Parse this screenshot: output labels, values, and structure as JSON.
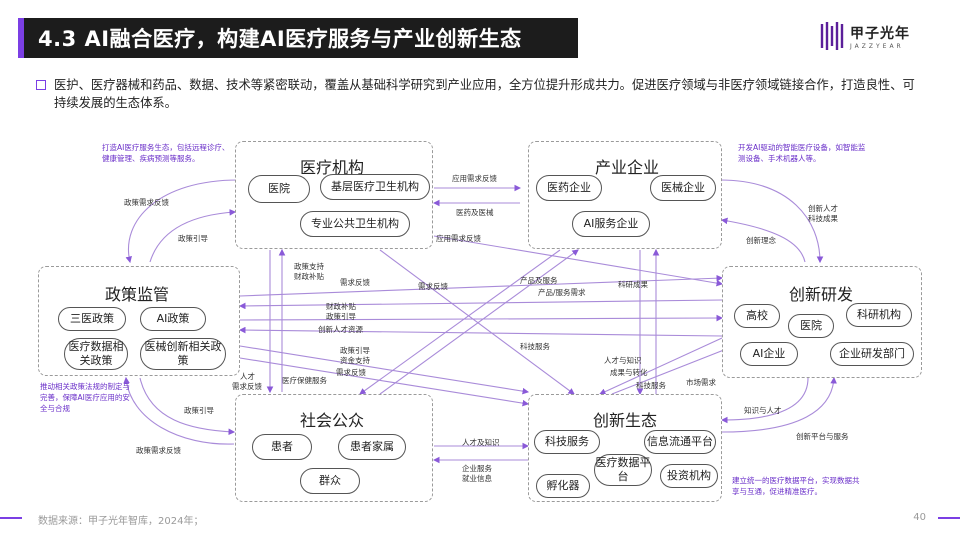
{
  "header": {
    "title": "4.3 AI融合医疗，构建AI医疗服务与产业创新生态"
  },
  "logo": {
    "cn": "甲子光年",
    "en": "JAZZYEAR"
  },
  "intro": "医护、医疗器械和药品、数据、技术等紧密联动，覆盖从基础科学研究到产业应用，全方位提升形成共力。促进医疗领域与非医疗领域链接合作，打造良性、可持续发展的生态体系。",
  "nodes": {
    "medical": {
      "title": "医疗机构",
      "items": [
        "医院",
        "基层医疗卫生机构",
        "专业公共卫生机构"
      ]
    },
    "industry": {
      "title": "产业企业",
      "items": [
        "医药企业",
        "医械企业",
        "AI服务企业"
      ]
    },
    "policy": {
      "title": "政策监管",
      "items": [
        "三医政策",
        "AI政策",
        "医疗数据相关政策",
        "医械创新相关政策"
      ]
    },
    "rnd": {
      "title": "创新研发",
      "items": [
        "高校",
        "医院",
        "科研机构",
        "AI企业",
        "企业研发部门"
      ]
    },
    "public": {
      "title": "社会公众",
      "items": [
        "患者",
        "患者家属",
        "群众"
      ]
    },
    "eco": {
      "title": "创新生态",
      "items": [
        "科技服务",
        "信息流通平台",
        "孵化器",
        "医疗数据平台",
        "投资机构"
      ]
    }
  },
  "notes": {
    "medical": "打造AI医疗服务生态，包括远程诊疗、健康管理、疾病预测等服务。",
    "industry": "开发AI驱动的智能医疗设备，如智能监测设备、手术机器人等。",
    "policy": "推动相关政策法规的制定与完善，保障AI医疗应用的安全与合规",
    "eco": "建立统一的医疗数据平台，实现数据共享与互通，促进精准医疗。"
  },
  "links": [
    "应用需求反馈",
    "医药及医械",
    "政策需求反馈",
    "政策引导",
    "应用需求反馈",
    "创新人才",
    "科技成果",
    "创新理念",
    "政策支持",
    "财政补贴",
    "需求反馈",
    "需求反馈",
    "产品及服务",
    "产品/服务需求",
    "科研成果",
    "财政补贴",
    "政策引导",
    "创新人才资源",
    "科技服务",
    "人才与知识",
    "成果与转化",
    "科技服务",
    "市场需求",
    "政策引导",
    "资金支持",
    "需求反馈",
    "人才",
    "需求反馈",
    "医疗保健服务",
    "政策引导",
    "政策需求反馈",
    "知识与人才",
    "创新平台与服务",
    "人才及知识",
    "企业服务",
    "就业信息"
  ],
  "footer": {
    "source": "数据来源：甲子光年智库，2024年；",
    "page": "40"
  },
  "colors": {
    "accent": "#7b3fe4",
    "dark": "#1c1c1c"
  }
}
